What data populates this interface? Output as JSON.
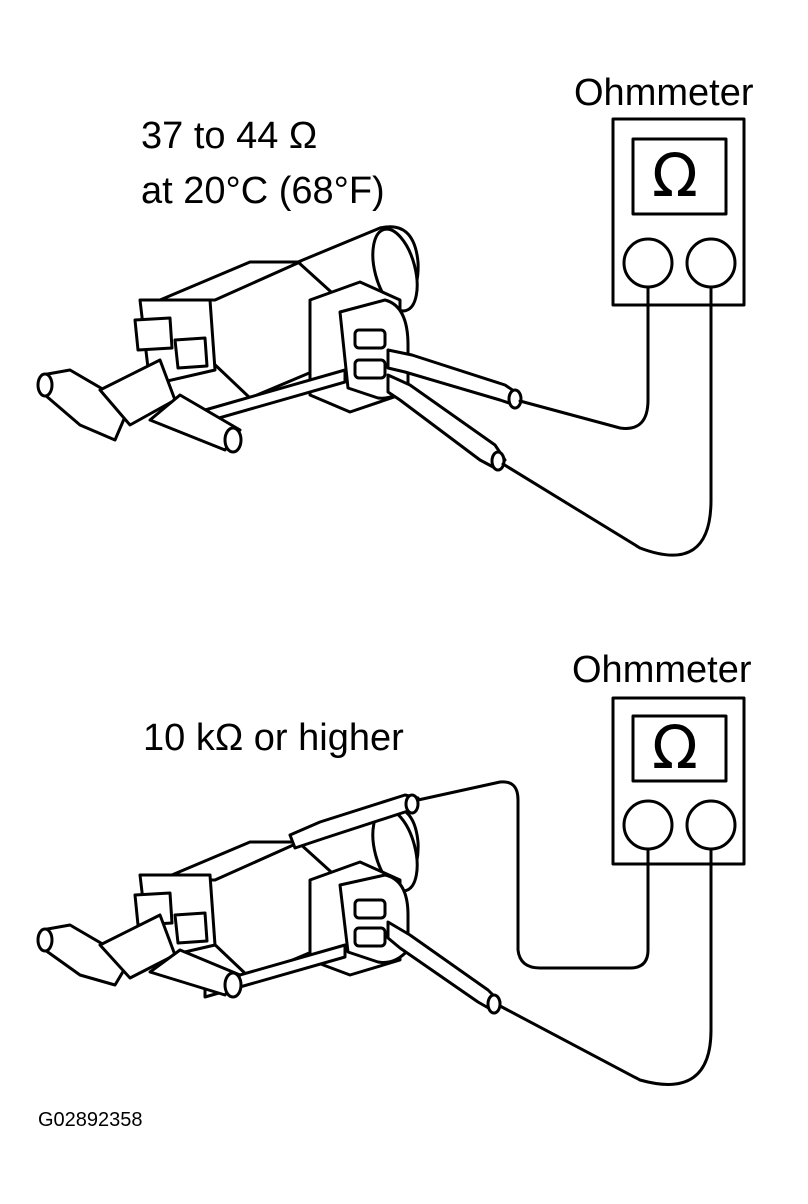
{
  "top": {
    "meter_label": "Ohmmeter",
    "meter_symbol": "Ω",
    "spec_line1": "37 to 44 Ω",
    "spec_line2": "at 20°C (68°F)"
  },
  "bottom": {
    "meter_label": "Ohmmeter",
    "meter_symbol": "Ω",
    "spec_line1": "10 kΩ or higher"
  },
  "figure_id": "G02892358"
}
